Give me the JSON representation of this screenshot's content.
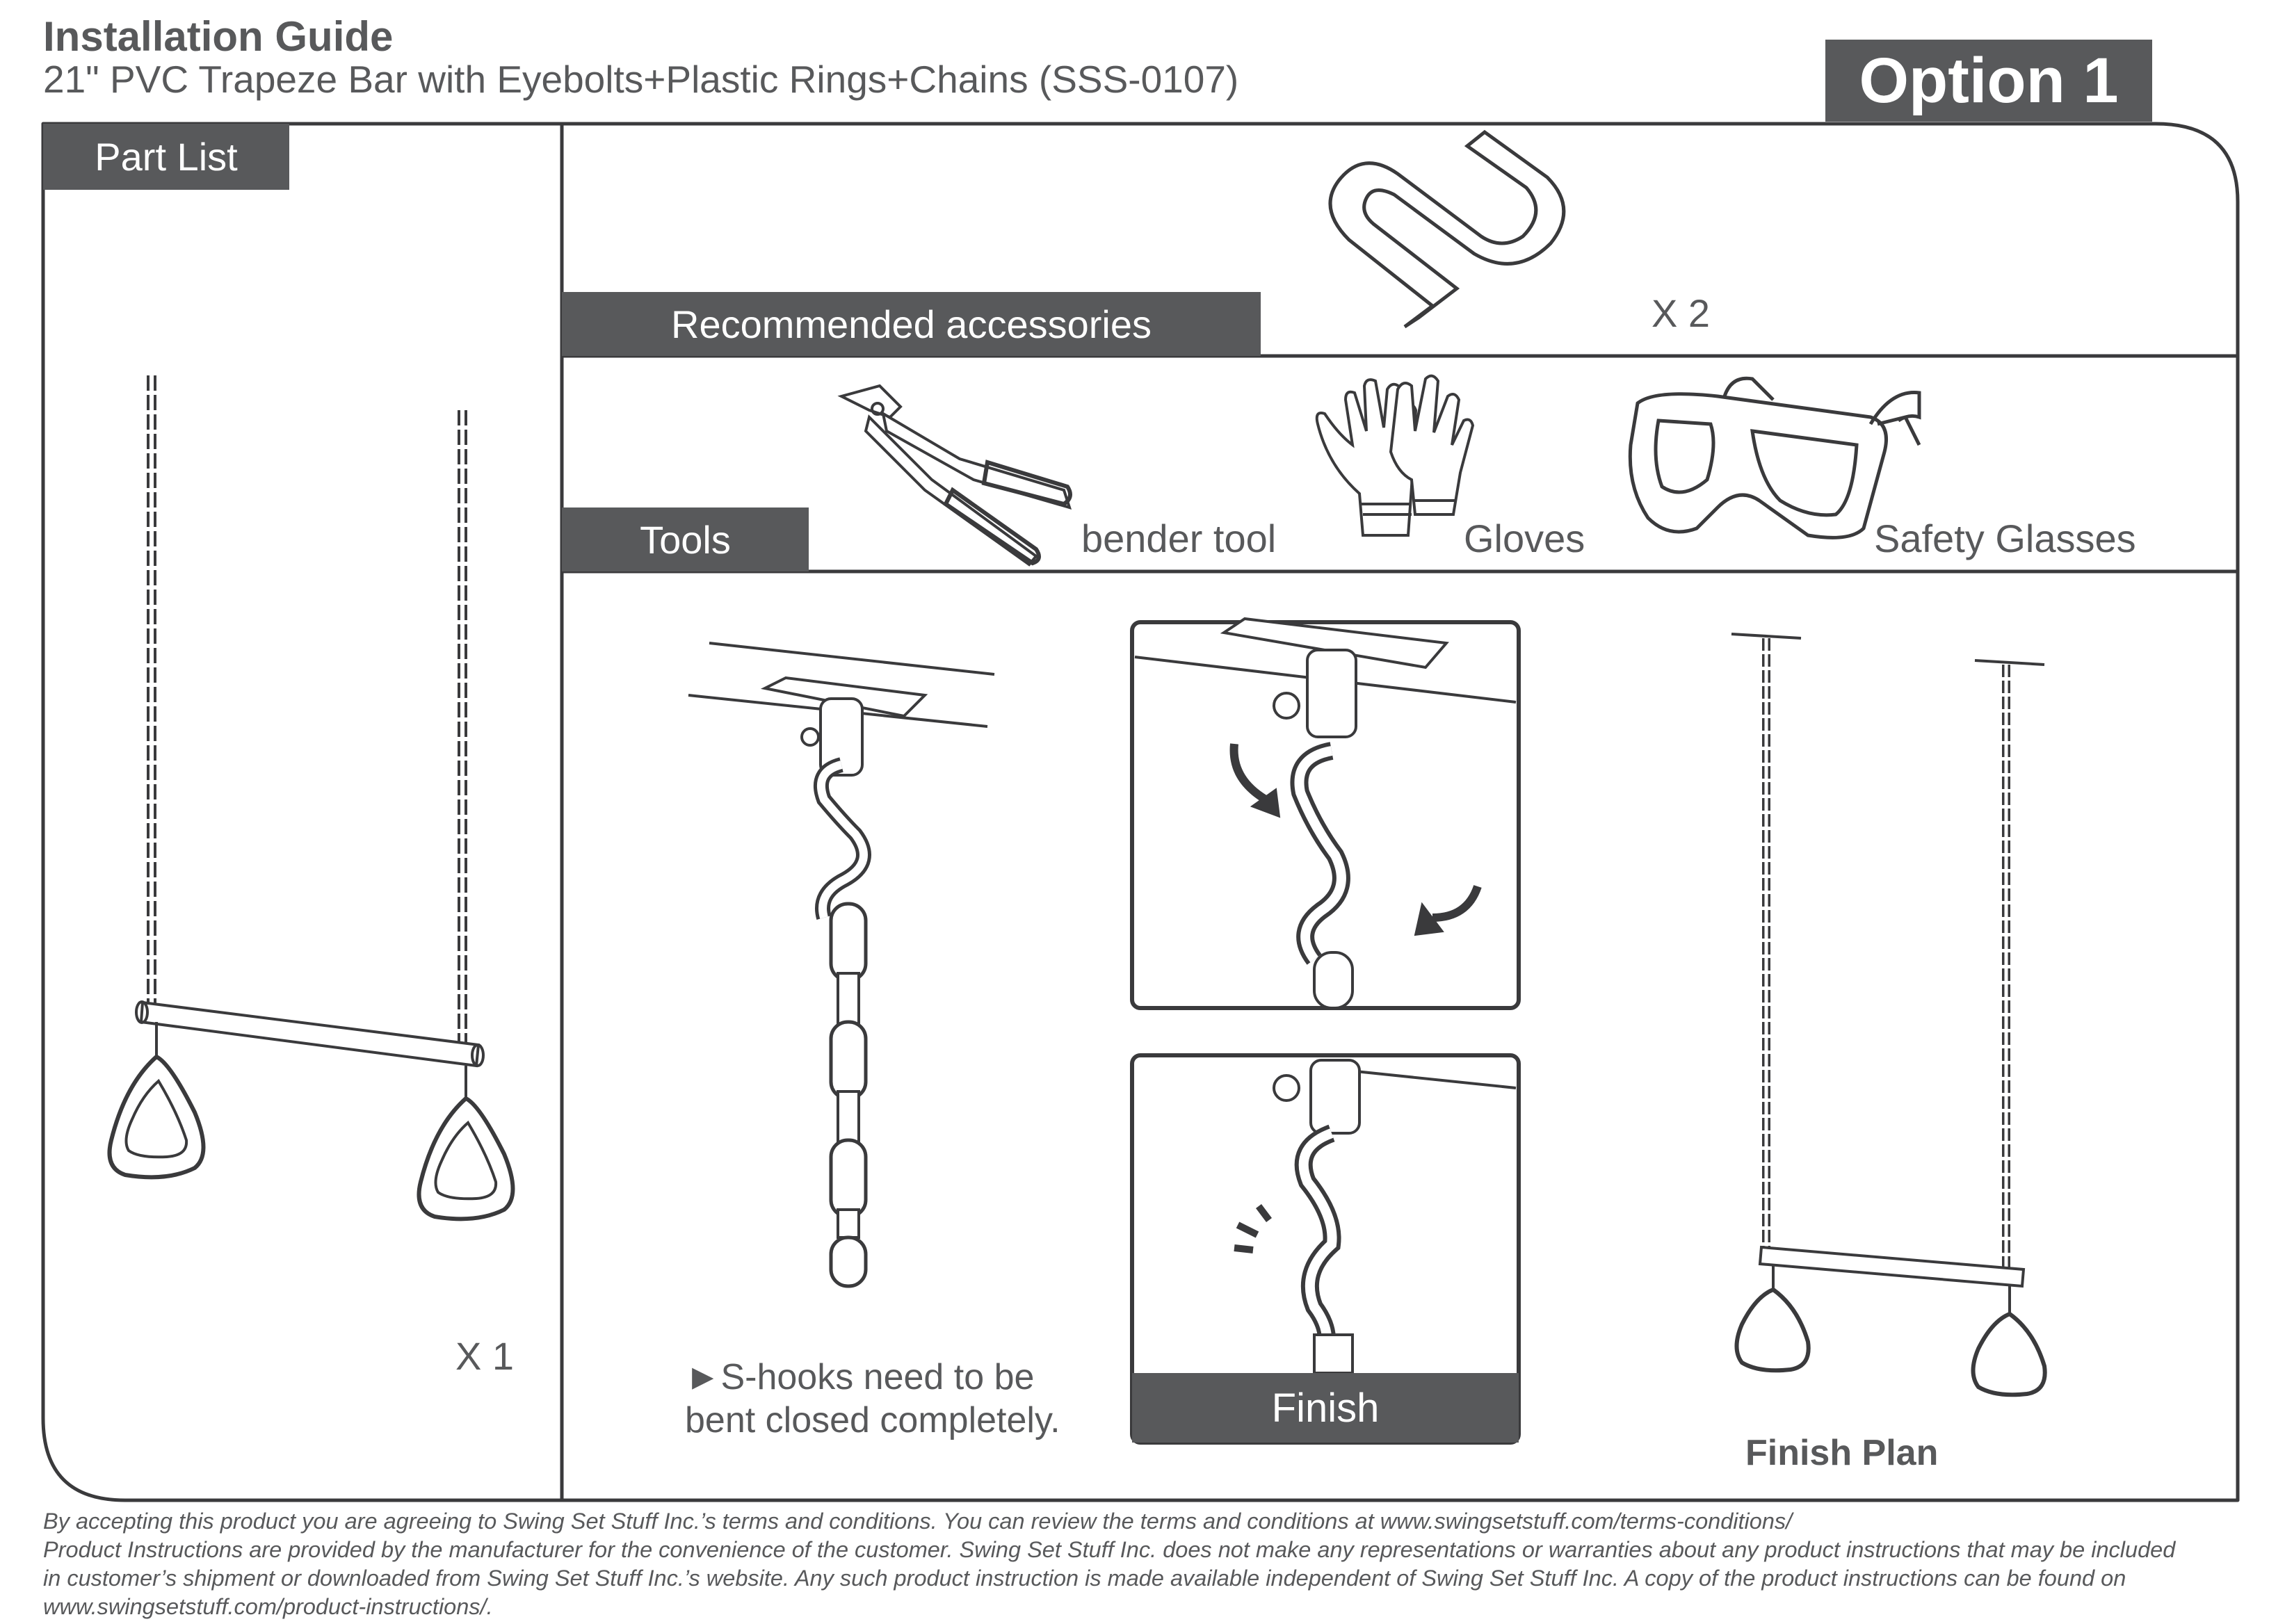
{
  "header": {
    "title": "Installation Guide",
    "subtitle": "21\" PVC Trapeze Bar with Eyebolts+Plastic Rings+Chains (SSS-0107)",
    "option": "Option 1"
  },
  "part_list": {
    "tab": "Part List",
    "quantity": "X 1"
  },
  "accessories": {
    "tab": "Recommended accessories",
    "quantity": "X 2"
  },
  "tools": {
    "tab": "Tools",
    "items": [
      "bender tool",
      "Gloves",
      "Safety Glasses"
    ]
  },
  "steps": {
    "note_line1": "►S-hooks need to be",
    "note_line2": "bent closed completely.",
    "finish_tab": "Finish",
    "finish_plan": "Finish Plan"
  },
  "footer": {
    "line1": "By accepting this product you are agreeing to Swing Set Stuff Inc.’s terms and conditions. You can review the terms and conditions at www.swingsetstuff.com/terms-conditions/",
    "line2": "Product Instructions are provided by the manufacturer for the convenience of the customer. Swing Set Stuff Inc. does not make any representations or warranties about any product instructions that may be included",
    "line3": "in customer’s shipment or downloaded from Swing Set Stuff Inc.’s website. Any such product instruction is made available independent of Swing Set Stuff Inc.  A copy of the product instructions can be found on",
    "line4": "www.swingsetstuff.com/product-instructions/."
  },
  "colors": {
    "primary_gray": "#58595b",
    "line": "#3a3a3c",
    "background": "#ffffff"
  }
}
